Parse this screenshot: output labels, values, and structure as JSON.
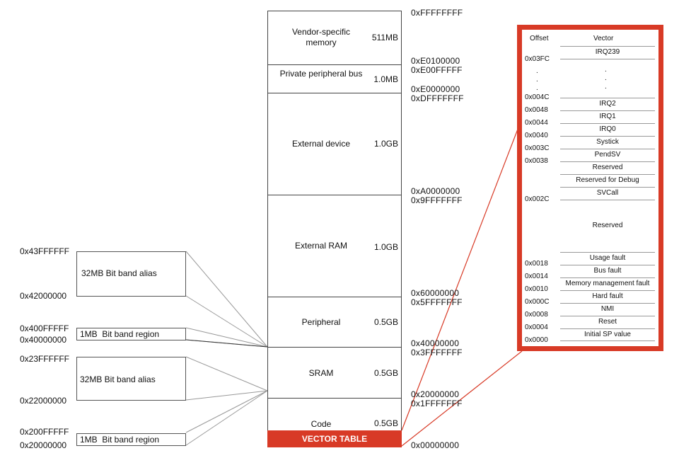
{
  "memory_map": {
    "regions": [
      {
        "name": "Vendor-specific memory",
        "size": "511MB"
      },
      {
        "name": "Private peripheral bus",
        "size": "1.0MB"
      },
      {
        "name": "External device",
        "size": "1.0GB"
      },
      {
        "name": "External RAM",
        "size": "1.0GB"
      },
      {
        "name": "Peripheral",
        "size": "0.5GB"
      },
      {
        "name": "SRAM",
        "size": "0.5GB"
      },
      {
        "name": "Code",
        "size": "0.5GB"
      }
    ],
    "vector_table_label": "VECTOR TABLE",
    "addresses": [
      "0xFFFFFFFF",
      "0xE0100000",
      "0xE00FFFFF",
      "0xE0000000",
      "0xDFFFFFFF",
      "0xA0000000",
      "0x9FFFFFFF",
      "0x60000000",
      "0x5FFFFFFF",
      "0x40000000",
      "0x3FFFFFFF",
      "0x20000000",
      "0x1FFFFFFF",
      "0x00000000"
    ]
  },
  "bit_band": [
    {
      "label": "32MB Bit band alias",
      "top": "0x43FFFFFF",
      "bottom": "0x42000000"
    },
    {
      "label": "1MB  Bit band region",
      "top": "0x400FFFFF",
      "bottom": "0x40000000"
    },
    {
      "label": "32MB Bit band alias",
      "top": "0x23FFFFFF",
      "bottom": "0x22000000"
    },
    {
      "label": "1MB  Bit band region",
      "top": "0x200FFFFF",
      "bottom": "0x20000000"
    }
  ],
  "vector_table": {
    "header_offset": "Offset",
    "header_vector": "Vector",
    "rows": [
      "IRQ239",
      "",
      "IRQ2",
      "IRQ1",
      "IRQ0",
      "Systick",
      "PendSV",
      "Reserved",
      "Reserved for Debug",
      "SVCall",
      "Reserved",
      "Usage fault",
      "Bus fault",
      "Memory management fault",
      "Hard fault",
      "NMI",
      "Reset",
      "Initial SP value"
    ],
    "offsets": [
      "0x03FC",
      "0x004C",
      "0x0048",
      "0x0044",
      "0x0040",
      "0x003C",
      "0x0038",
      "0x002C",
      "0x0018",
      "0x0014",
      "0x0010",
      "0x000C",
      "0x0008",
      "0x0004",
      "0x0000"
    ],
    "dot": "."
  }
}
